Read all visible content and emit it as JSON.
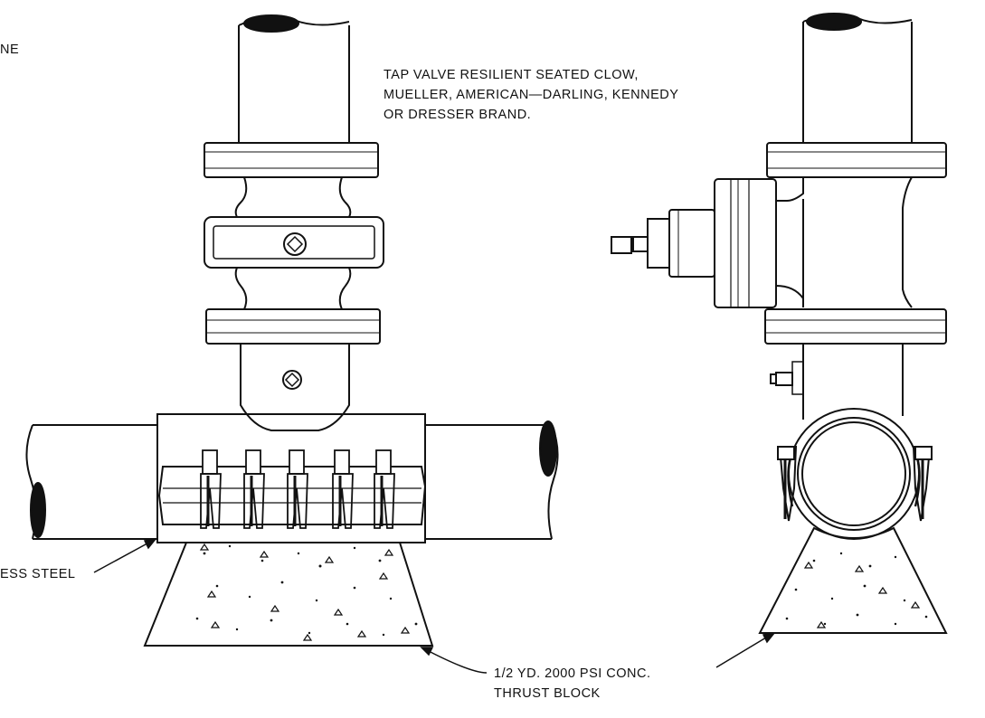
{
  "labels": {
    "partial_top_left": "NE",
    "tap_valve_note": {
      "line1": "TAP VALVE RESILIENT SEATED CLOW,",
      "line2": "MUELLER, AMERICAN—DARLING, KENNEDY",
      "line3": "OR DRESSER BRAND."
    },
    "sleeve_note_partial": "ESS STEEL",
    "thrust_block_note": {
      "line1": "1/2 YD. 2000 PSI CONC.",
      "line2": "THRUST BLOCK"
    }
  },
  "colors": {
    "ink": "#111111",
    "paper": "#ffffff"
  }
}
